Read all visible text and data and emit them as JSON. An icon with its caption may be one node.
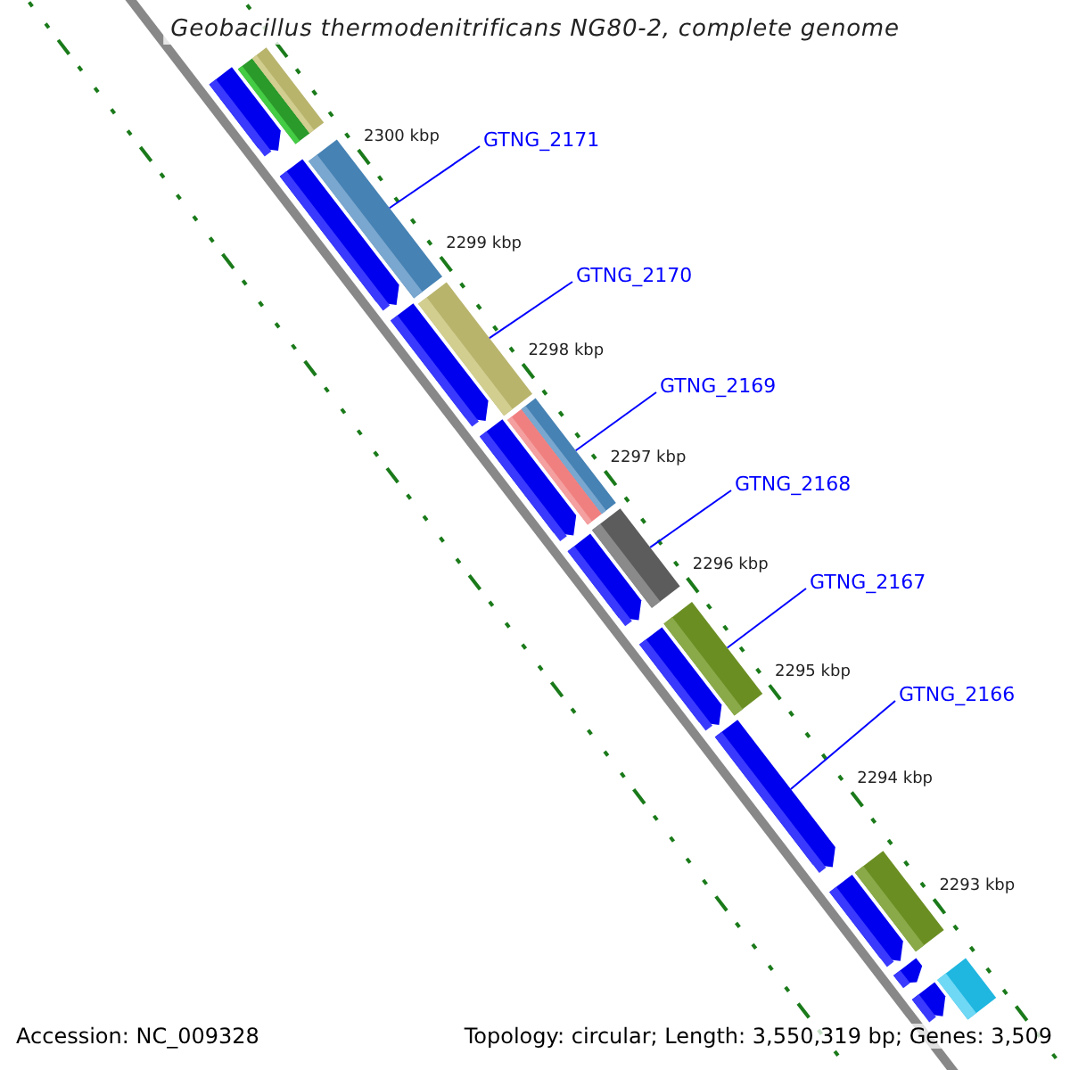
{
  "diagram": {
    "title": "Geobacillus thermodenitrificans NG80-2, complete genome",
    "nodes": [
      {
        "text": [
          "GTNG_2171"
        ]
      },
      {
        "text": [
          "GTNG_2170"
        ]
      },
      {
        "text": [
          "GTNG_2169"
        ]
      },
      {
        "text": [
          "GTNG_2168"
        ]
      },
      {
        "text": [
          "GTNG_2167"
        ]
      },
      {
        "text": [
          "GTNG_2166"
        ]
      },
      {
        "text": [],
        "shape": "bar"
      },
      {
        "text": [],
        "shape": "bar"
      },
      {
        "text": [],
        "shape": "pentagon"
      },
      {
        "text": [],
        "shape": "bar"
      },
      {
        "text": [],
        "shape": "pentagon"
      },
      {
        "text": [],
        "shape": "bar"
      },
      {
        "text": [],
        "shape": "pentagon"
      },
      {
        "text": [],
        "shape": "bar"
      },
      {
        "text": [],
        "shape": "bar"
      },
      {
        "text": [],
        "shape": "pentagon"
      },
      {
        "text": [],
        "shape": "bar"
      },
      {
        "text": [],
        "shape": "pentagon"
      },
      {
        "text": [],
        "shape": "bar"
      },
      {
        "text": [],
        "shape": "pentagon"
      },
      {
        "text": [],
        "shape": "pentagon"
      },
      {
        "text": [],
        "shape": "bar"
      },
      {
        "text": [],
        "shape": "pentagon"
      },
      {
        "text": [],
        "shape": "pentagon"
      },
      {
        "text": [],
        "shape": "bar"
      },
      {
        "text": [],
        "shape": "pentagon"
      }
    ],
    "edges": [
      {
        "from": 0,
        "to": 9,
        "arrow": "none"
      },
      {
        "from": 1,
        "to": 11,
        "arrow": "none"
      },
      {
        "from": 2,
        "to": 14,
        "arrow": "none"
      },
      {
        "from": 3,
        "to": 16,
        "arrow": "none"
      },
      {
        "from": 4,
        "to": 18,
        "arrow": "none"
      },
      {
        "from": 5,
        "to": 20,
        "arrow": "none"
      }
    ],
    "labels": [
      "2300 kbp",
      "2299 kbp",
      "2298 kbp",
      "2297 kbp",
      "2296 kbp",
      "2295 kbp",
      "2294 kbp",
      "2293 kbp",
      "Accession: NC_009328",
      "Topology: circular; Length: 3,550,319 bp; Genes: 3,509"
    ]
  }
}
